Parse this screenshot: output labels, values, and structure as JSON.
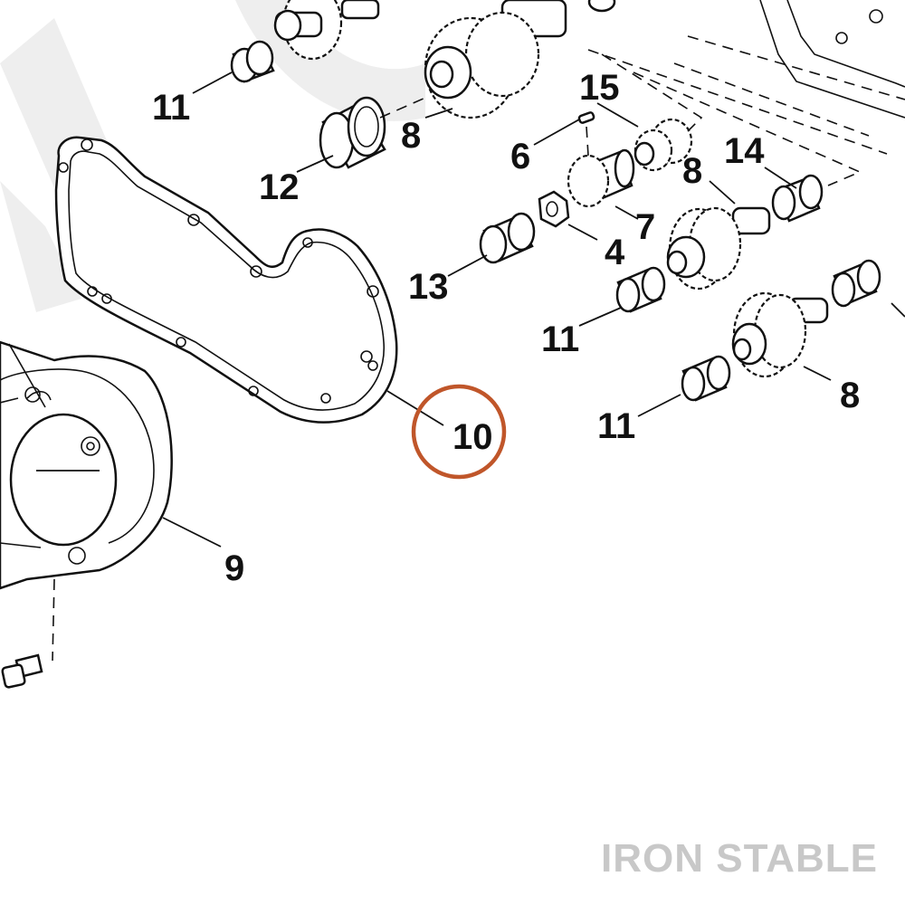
{
  "callouts": {
    "c1": "11",
    "c2": "8",
    "c3": "12",
    "c4": "15",
    "c5": "6",
    "c6": "14",
    "c7": "8",
    "c8": "7",
    "c9": "4",
    "c10": "13",
    "c11": "11",
    "c12": "8",
    "c13": "11",
    "c14": "10",
    "c15": "9"
  },
  "highlight": {
    "callout": "10",
    "color": "#c0562a"
  },
  "watermark": "IRON STABLE",
  "colors": {
    "line": "#111111",
    "background": "#ffffff",
    "watermark": "#c8c8c8",
    "highlight": "#c0562a"
  }
}
